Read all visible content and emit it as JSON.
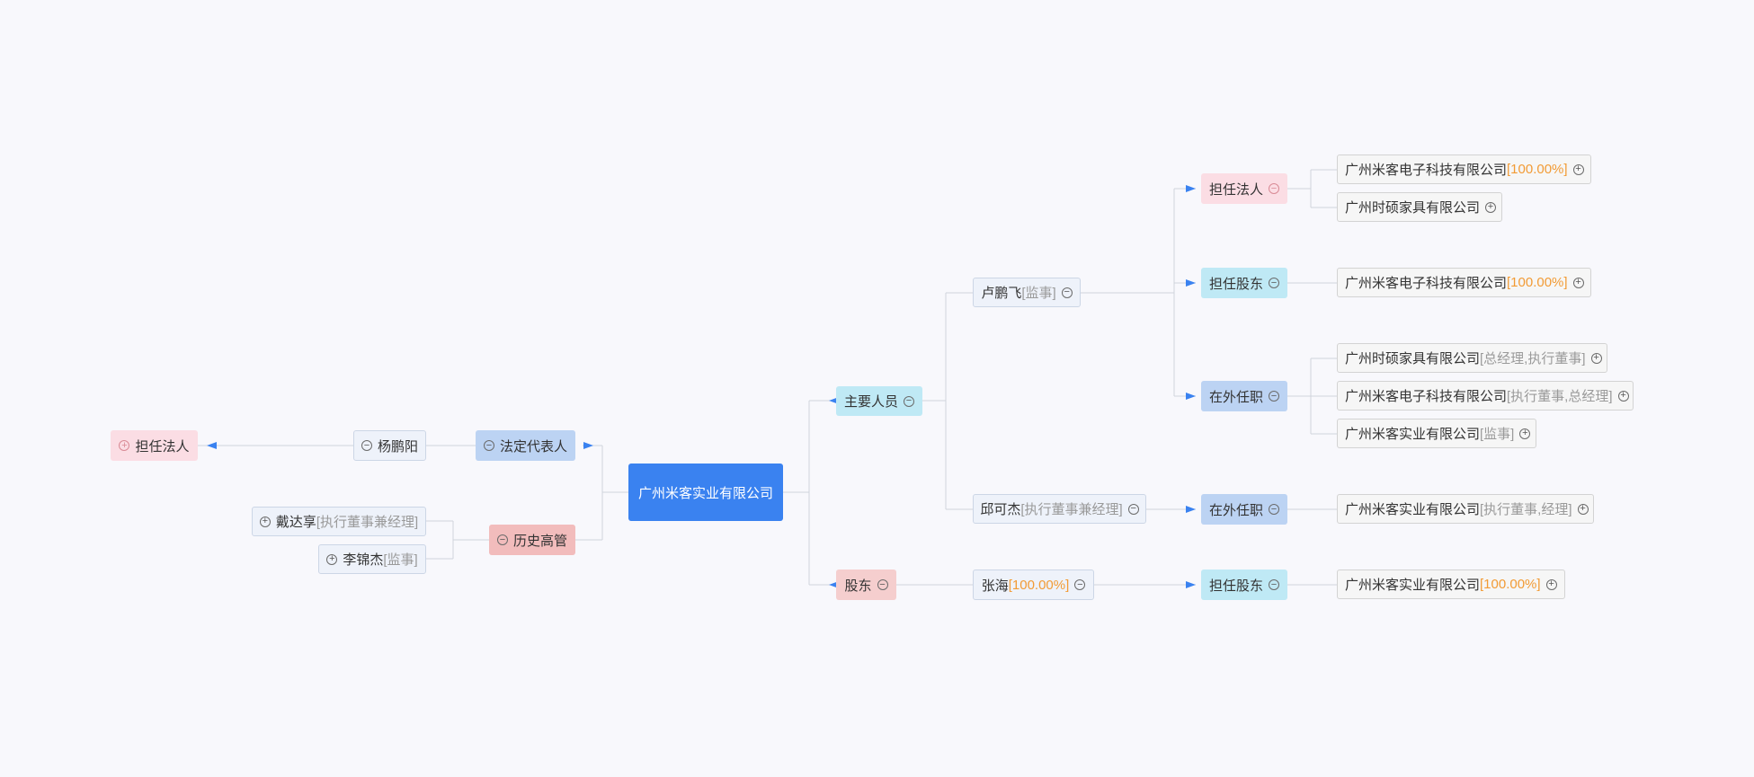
{
  "root": {
    "label": "广州米客实业有限公司"
  },
  "right": {
    "key_personnel": {
      "label": "主要人员",
      "people": [
        {
          "name": "卢鹏飞",
          "role": "[监事]",
          "groups": [
            {
              "label": "担任法人",
              "items": [
                {
                  "name": "广州米客电子科技有限公司",
                  "extra": "[100.00%]"
                },
                {
                  "name": "广州时硕家具有限公司",
                  "extra": ""
                }
              ]
            },
            {
              "label": "担任股东",
              "items": [
                {
                  "name": "广州米客电子科技有限公司",
                  "extra": "[100.00%]"
                }
              ]
            },
            {
              "label": "在外任职",
              "items": [
                {
                  "name": "广州时硕家具有限公司",
                  "extra": "[总经理,执行董事]"
                },
                {
                  "name": "广州米客电子科技有限公司",
                  "extra": "[执行董事,总经理]"
                },
                {
                  "name": "广州米客实业有限公司",
                  "extra": "[监事]"
                }
              ]
            }
          ]
        },
        {
          "name": "邱可杰",
          "role": "[执行董事兼经理]",
          "groups": [
            {
              "label": "在外任职",
              "items": [
                {
                  "name": "广州米客实业有限公司",
                  "extra": "[执行董事,经理]"
                }
              ]
            }
          ]
        }
      ]
    },
    "shareholders": {
      "label": "股东",
      "people": [
        {
          "name": "张海",
          "role": "[100.00%]",
          "groups": [
            {
              "label": "担任股东",
              "items": [
                {
                  "name": "广州米客实业有限公司",
                  "extra": "[100.00%]"
                }
              ]
            }
          ]
        }
      ]
    }
  },
  "left": {
    "legal_rep": {
      "label": "法定代表人",
      "person": "杨鹏阳",
      "sub": "担任法人"
    },
    "history": {
      "label": "历史高管",
      "people": [
        {
          "name": "戴达享",
          "role": "[执行董事兼经理]"
        },
        {
          "name": "李锦杰",
          "role": "[监事]"
        }
      ]
    }
  },
  "colors": {
    "background": "#f8f8fc",
    "root": "#3a82f0",
    "arrow": "#3a82f0",
    "link": "#d0d4dc",
    "percent": "#f29b35",
    "role": "#9a9a9a"
  }
}
